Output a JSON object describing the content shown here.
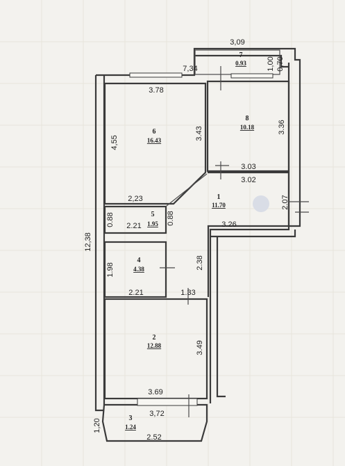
{
  "rooms": [
    {
      "id": "1",
      "number": "1",
      "area": "11.70"
    },
    {
      "id": "2",
      "number": "2",
      "area": "12.88"
    },
    {
      "id": "3",
      "number": "3",
      "area": "1.24"
    },
    {
      "id": "4",
      "number": "4",
      "area": "4.38"
    },
    {
      "id": "5",
      "number": "5",
      "area": "1.95"
    },
    {
      "id": "6",
      "number": "6",
      "area": "16.43"
    },
    {
      "id": "7",
      "number": "7",
      "area": "0.93"
    },
    {
      "id": "8",
      "number": "8",
      "area": "10.18"
    }
  ],
  "dimensions": {
    "d309": "3,09",
    "d100": "1,00",
    "d070": "0,70",
    "d734": "7,34",
    "d378": "3.78",
    "d455": "4,55",
    "d343": "3.43",
    "d336": "3.36",
    "d303": "3.03",
    "d302": "3.02",
    "d223": "2,23",
    "d207": "2.07",
    "d1238": "12,38",
    "d088a": "0.88",
    "d221a": "2.21",
    "d088b": "0.88",
    "d326": "3.26",
    "d198": "1.98",
    "d238": "2.38",
    "d221b": "2.21",
    "d133": "1.33",
    "d349": "3.49",
    "d369": "3.69",
    "d372": "3,72",
    "d120": "1,20",
    "d252": "2.52"
  }
}
